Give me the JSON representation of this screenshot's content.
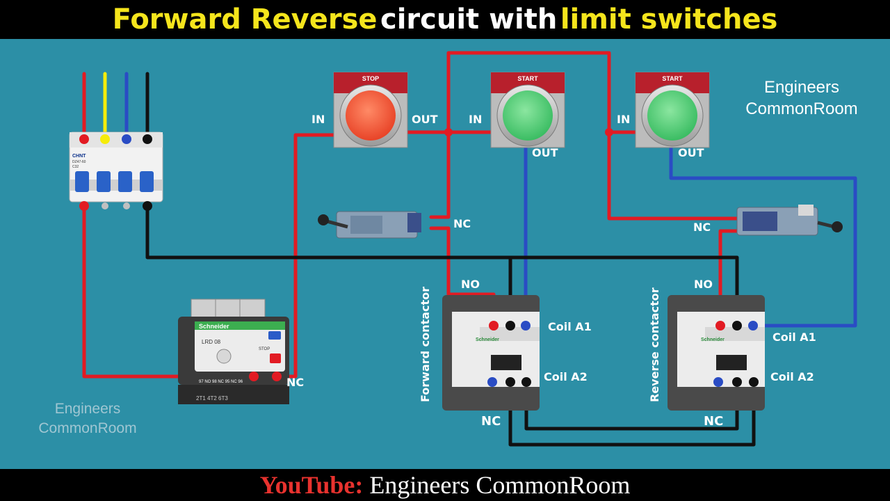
{
  "title": {
    "part1": "Forward Reverse",
    "part2": "circuit with",
    "part3": "limit switches",
    "yellow": "#f5e51c",
    "white": "#ffffff"
  },
  "footer": {
    "prefix": "YouTube:",
    "channel": "Engineers CommonRoom",
    "prefix_color": "#e8322e"
  },
  "watermark_top": {
    "line1": "Engineers",
    "line2": "CommonRoom"
  },
  "watermark_left": {
    "line1": "Engineers",
    "line2": "CommonRoom"
  },
  "breaker": {
    "brand": "CHNT",
    "model": "DZ47-60",
    "rating": "C32"
  },
  "overload": {
    "brand": "Schneider",
    "model": "LRD 08",
    "stop": "STOP",
    "terminals": "97 NO 98 NC 95 NC 96",
    "bottom": "2T1  4T2  6T3"
  },
  "stop_button": {
    "label": "STOP",
    "in": "IN",
    "out": "OUT"
  },
  "start_forward": {
    "label": "START",
    "in": "IN",
    "out": "OUT"
  },
  "start_reverse": {
    "label": "START",
    "in": "IN",
    "out": "OUT"
  },
  "limit_left": {
    "contact": "NC"
  },
  "limit_right": {
    "contact": "NC"
  },
  "overload_contact": "NC",
  "forward_contactor": {
    "name": "Forward contactor",
    "no": "NO",
    "coil_a1": "Coil A1",
    "coil_a2": "Coil A2",
    "nc": "NC",
    "brand": "Schneider"
  },
  "reverse_contactor": {
    "name": "Reverse contactor",
    "no": "NO",
    "coil_a1": "Coil A1",
    "coil_a2": "Coil A2",
    "nc": "NC",
    "brand": "Schneider"
  },
  "colors": {
    "red": "#e21b23",
    "yellow": "#f5ec0a",
    "blue": "#2a4cc4",
    "black": "#111111",
    "board": "#2c8fa6"
  }
}
